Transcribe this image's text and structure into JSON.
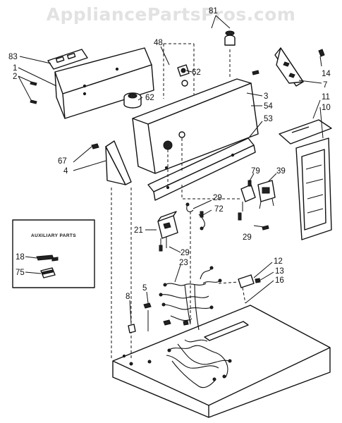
{
  "watermark": "AppliancePartsPros.com",
  "auxiliary_box": {
    "title": "AUXILIARY PARTS"
  },
  "callouts": {
    "c81": "81",
    "c83": "83",
    "c1": "1",
    "c2": "2",
    "c48": "48",
    "c62a": "62",
    "c62b": "62",
    "c14": "14",
    "c7": "7",
    "c3": "3",
    "c54": "54",
    "c11": "11",
    "c10": "10",
    "c53": "53",
    "c67": "67",
    "c4": "4",
    "c79": "79",
    "c39": "39",
    "c29a": "29",
    "c72": "72",
    "c21": "21",
    "c29b": "29",
    "c29c": "29",
    "c23": "23",
    "c18": "18",
    "c75": "75",
    "c12": "12",
    "c13": "13",
    "c16": "16",
    "c5": "5",
    "c8": "8"
  }
}
